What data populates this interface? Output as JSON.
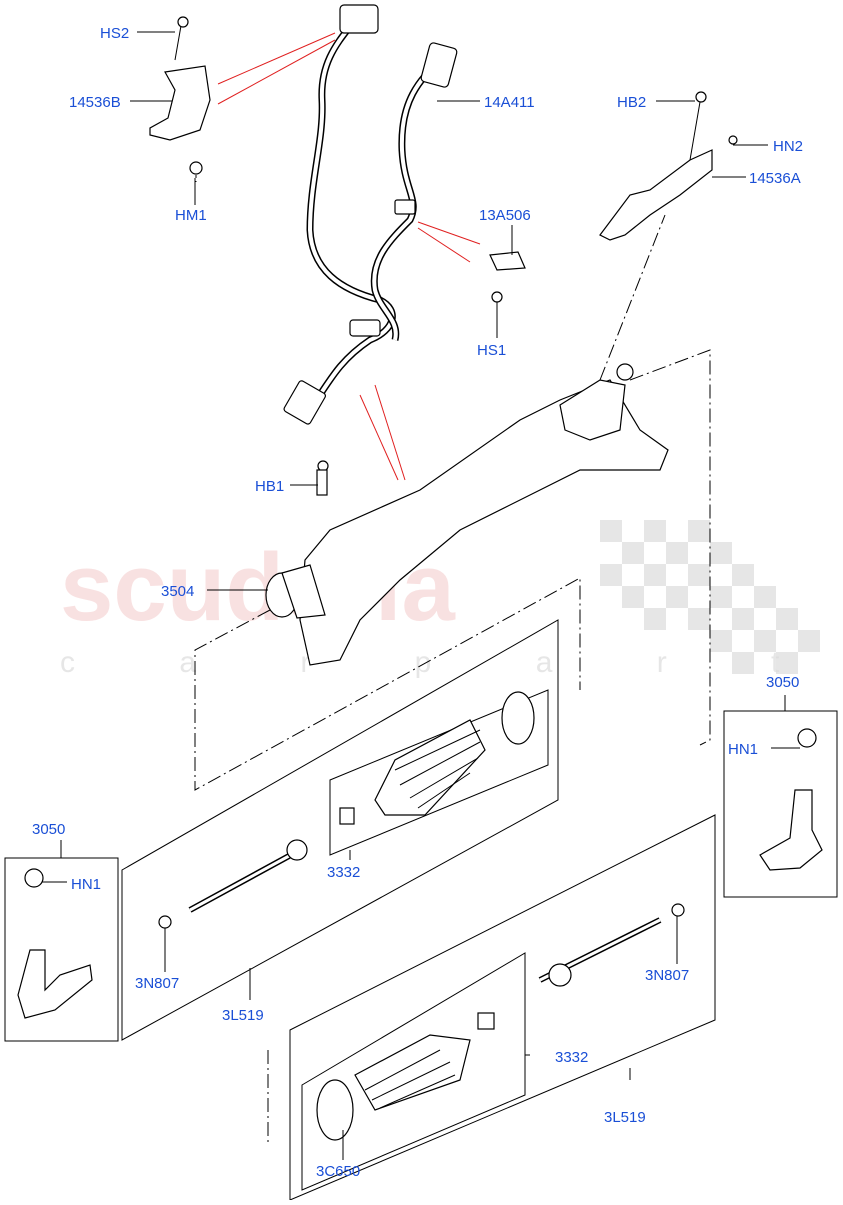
{
  "watermark": {
    "brand": "scuderia",
    "sub": "c a r p a r t s"
  },
  "callouts": {
    "hs2": "HS2",
    "b14536b": "14536B",
    "hm1": "HM1",
    "a14a411": "14A411",
    "hb2": "HB2",
    "hn2": "HN2",
    "a14536a": "14536A",
    "a13a506": "13A506",
    "hs1": "HS1",
    "hb1": "HB1",
    "p3504": "3504",
    "p3050_right": "3050",
    "hn1_right": "HN1",
    "p3050_left": "3050",
    "hn1_left": "HN1",
    "p3332_upper": "3332",
    "p3n807_left": "3N807",
    "p3l519_left": "3L519",
    "p3n807_right": "3N807",
    "p3332_lower": "3332",
    "p3l519_right": "3L519",
    "p3c650": "3C650"
  }
}
